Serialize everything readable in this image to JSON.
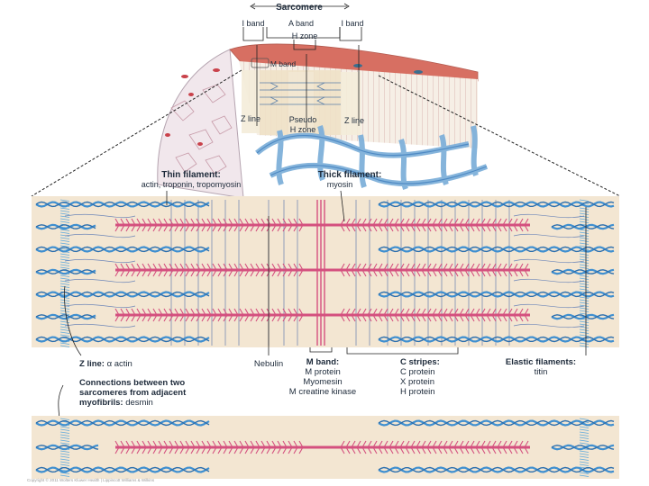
{
  "top": {
    "sarcomere": "Sarcomere",
    "i_band_left": "I band",
    "a_band": "A band",
    "i_band_right": "I band",
    "h_zone": "H zone",
    "m_band": "M band",
    "z_line_left": "Z line",
    "pseudo_h_1": "Pseudo",
    "pseudo_h_2": "H zone",
    "z_line_right": "Z line"
  },
  "filaments": {
    "thin_title": "Thin filament:",
    "thin_sub": "actin, troponin, tropomyosin",
    "thick_title": "Thick filament:",
    "thick_sub": "myosin"
  },
  "bottom_labels": {
    "zline_title": "Z line:",
    "zline_value": "α actin",
    "connections_1": "Connections between two",
    "connections_2": "sarcomeres from adjacent",
    "connections_3": "myofibrils:",
    "connections_value": "desmin",
    "nebulin": "Nebulin",
    "mband_title": "M band:",
    "mband_items": [
      "M protein",
      "Myomesin",
      "M creatine kinase"
    ],
    "cstripes_title": "C stripes:",
    "cstripes_items": [
      "C protein",
      "X protein",
      "H protein"
    ],
    "elastic_title": "Elastic filaments:",
    "elastic_value": "titin"
  },
  "colors": {
    "background_band": "#f3e6d2",
    "thin_filament": "#3f8fd0",
    "thick_filament": "#d4507f",
    "z_disc": "#5aa7dc",
    "nebulin": "#4f6fa8",
    "titin": "#6d86b8",
    "label_text": "#1d2a3a"
  },
  "copyright": "Copyright © 2011 Wolters Kluwer Health | Lippincott Williams & Wilkins"
}
